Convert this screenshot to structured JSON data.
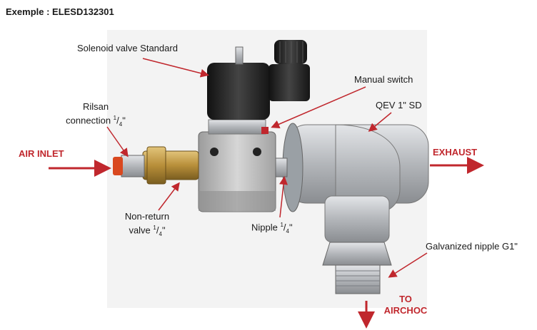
{
  "title": "Exemple : ELESD132301",
  "colors": {
    "accent": "#c0272d",
    "metal": "#b9bcc0",
    "brass": "#c9a24a",
    "coil": "#222222"
  },
  "labels": {
    "solenoid": "Solenoid valve Standard",
    "manual_switch": "Manual switch",
    "qev": "QEV 1\" SD",
    "rilsan_line1": "Rilsan",
    "rilsan_line2_prefix": "connection ",
    "nonreturn_line1": "Non-return",
    "nonreturn_line2_prefix": "valve ",
    "nipple_prefix": "Nipple ",
    "galvanized": "Galvanized nipple G1\"",
    "frac_num": "1",
    "frac_den": "4",
    "frac_suffix": "\""
  },
  "flows": {
    "air_inlet": "AIR INLET",
    "exhaust": "EXHAUST",
    "to_line1": "TO",
    "to_line2": "AIRCHOC"
  }
}
